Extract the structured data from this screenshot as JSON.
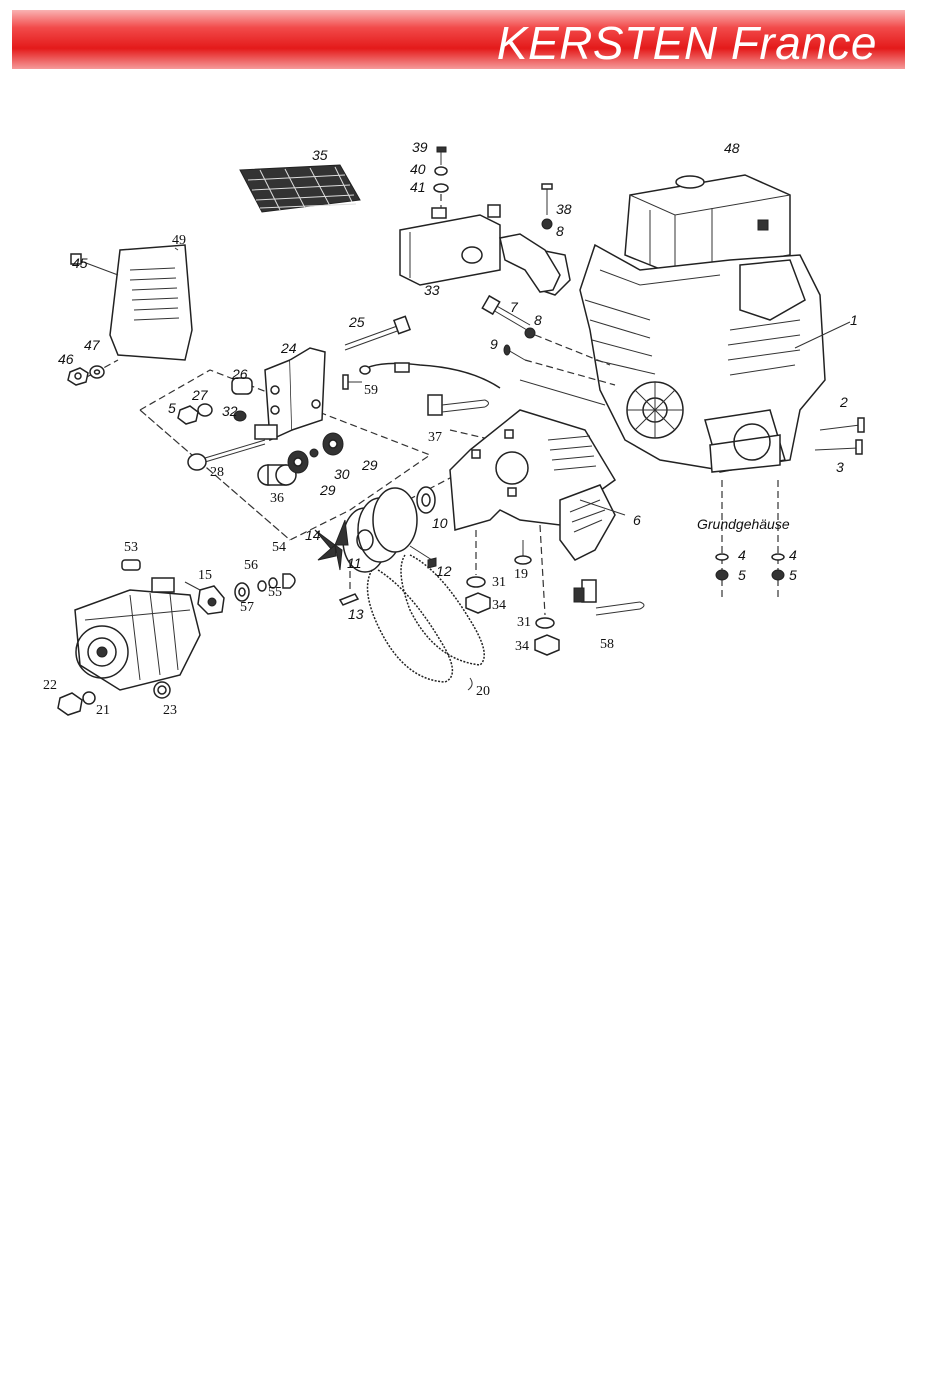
{
  "header": {
    "title": "KERSTEN France"
  },
  "diagram": {
    "housing_label": "Grundgehäuse",
    "callouts": {
      "c1": "1",
      "c2": "2",
      "c3": "3",
      "c4a": "4",
      "c4b": "4",
      "c5a": "5",
      "c5b": "5",
      "c5c": "5",
      "c6": "6",
      "c7": "7",
      "c8a": "8",
      "c8b": "8",
      "c9": "9",
      "c10": "10",
      "c11": "11",
      "c12": "12",
      "c13": "13",
      "c14": "14",
      "c15": "15",
      "c19": "19",
      "c20": "20",
      "c21": "21",
      "c22": "22",
      "c23": "23",
      "c24": "24",
      "c25": "25",
      "c26": "26",
      "c27": "27",
      "c28": "28",
      "c29a": "29",
      "c29b": "29",
      "c30": "30",
      "c31a": "31",
      "c31b": "31",
      "c32": "32",
      "c33": "33",
      "c34a": "34",
      "c34b": "34",
      "c35": "35",
      "c36": "36",
      "c37": "37",
      "c38": "38",
      "c39": "39",
      "c40": "40",
      "c41": "41",
      "c45": "45",
      "c46": "46",
      "c47": "47",
      "c48": "48",
      "c49": "49",
      "c53": "53",
      "c54": "54",
      "c55": "55",
      "c56": "56",
      "c57": "57",
      "c58": "58",
      "c59": "59"
    }
  }
}
